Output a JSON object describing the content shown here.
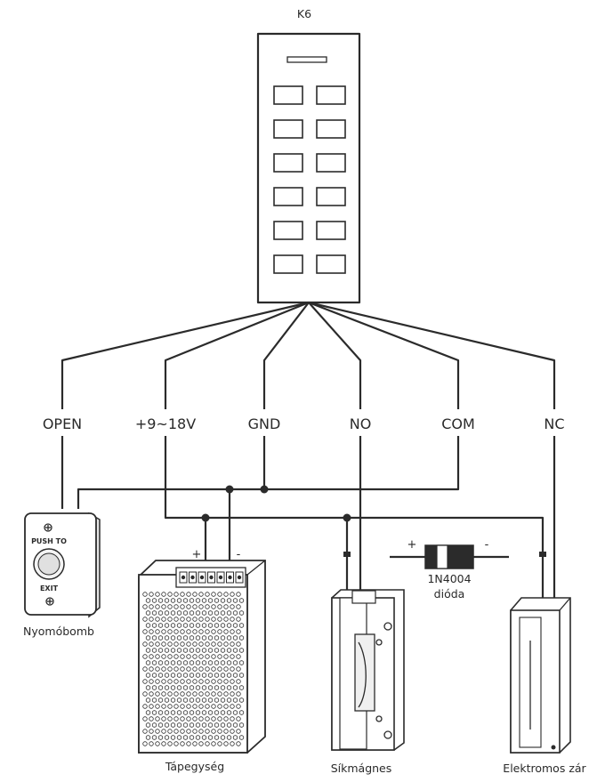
{
  "device": {
    "name": "K6",
    "key_rows": 6,
    "key_cols": 2
  },
  "terminals": [
    "OPEN",
    "+9~18V",
    "GND",
    "NO",
    "COM",
    "NC"
  ],
  "components": {
    "exit_button": {
      "caption": "Nyomóbomb",
      "top_text": "PUSH TO",
      "bottom_text": "EXIT"
    },
    "power_supply": {
      "caption": "Tápegység",
      "plus": "+",
      "minus": "-"
    },
    "strike": {
      "caption": "Síkmágnes"
    },
    "diode": {
      "part": "1N4004",
      "name": "dióda",
      "plus": "+",
      "minus": "-"
    },
    "maglock": {
      "caption": "Elektromos zár"
    }
  }
}
